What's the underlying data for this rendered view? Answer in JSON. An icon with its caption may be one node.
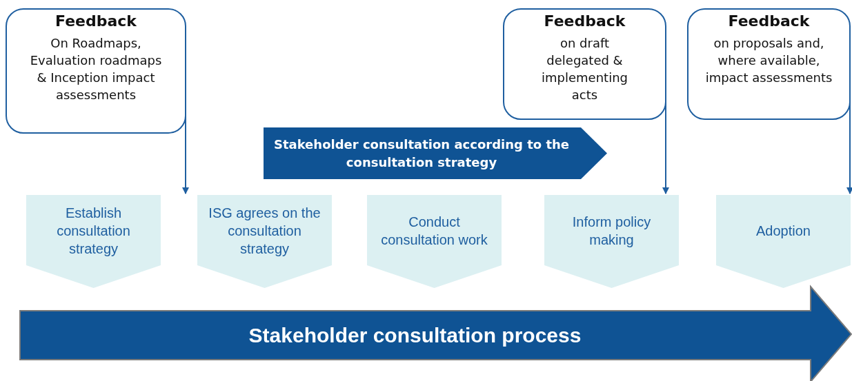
{
  "diagram": {
    "nodes": [
      {
        "text": [
          "Feedback",
          "On Roadmaps, Evaluation roadmaps & Inception impact assessments"
        ]
      },
      {
        "text": [
          "Feedback",
          "on draft delegated & implementing acts"
        ]
      },
      {
        "text": [
          "Feedback",
          "on proposals and, where available, impact assessments"
        ]
      },
      {
        "text": [
          "Stakeholder consultation according to the consultation strategy"
        ]
      },
      {
        "text": [
          "Establish consultation strategy"
        ]
      },
      {
        "text": [
          "ISG agrees on the consultation strategy"
        ]
      },
      {
        "text": [
          "Conduct consultation work"
        ]
      },
      {
        "text": [
          "Inform policy making"
        ]
      },
      {
        "text": [
          "Adoption"
        ]
      },
      {
        "text": [
          "Stakeholder consultation process"
        ]
      }
    ],
    "edges": [
      {
        "from": 0,
        "to": 5,
        "arrow": "to"
      },
      {
        "from": 1,
        "to": 7,
        "arrow": "to"
      },
      {
        "from": 2,
        "to": 8,
        "arrow": "to"
      }
    ]
  }
}
